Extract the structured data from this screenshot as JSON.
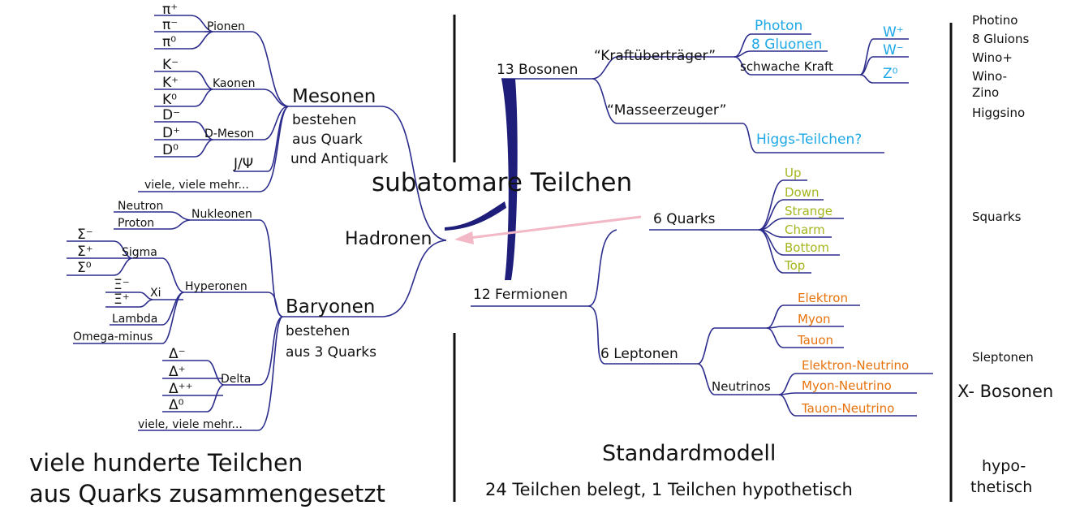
{
  "colors": {
    "line": "#2b2b8c",
    "accent": "#1e1e7a",
    "arrow": "#f2b8c6",
    "photon": "#1ea8e6",
    "quark": "#a4b51e",
    "lepton": "#e8720c"
  },
  "left": {
    "pions": [
      "π⁺",
      "π⁻",
      "π⁰"
    ],
    "pions_label": "Pionen",
    "kaons": [
      "K⁻",
      "K⁺",
      "K⁰"
    ],
    "kaons_label": "Kaonen",
    "dmesons": [
      "D⁻",
      "D⁺",
      "D⁰"
    ],
    "dmesons_label": "D-Meson",
    "jpsi": "J/Ψ",
    "meson_more": "viele, viele mehr...",
    "mesonen": "Mesonen",
    "meson_desc1": "bestehen",
    "meson_desc2": "aus Quark",
    "meson_desc3": "und Antiquark",
    "nucleons": [
      "Neutron",
      "Proton"
    ],
    "nucleons_label": "Nukleonen",
    "sigma": [
      "Σ⁻",
      "Σ⁺",
      "Σ⁰"
    ],
    "sigma_label": "Sigma",
    "xi": [
      "Ξ⁻",
      "Ξ⁺"
    ],
    "xi_label": "Xi",
    "lambda": "Lambda",
    "omega": "Omega-minus",
    "hyperons_label": "Hyperonen",
    "delta": [
      "Δ⁻",
      "Δ⁺",
      "Δ⁺⁺",
      "Δ⁰"
    ],
    "delta_label": "Delta",
    "baryon_more": "viele, viele mehr...",
    "baryonen": "Baryonen",
    "baryon_desc1": "bestehen",
    "baryon_desc2": "aus 3 Quarks",
    "hadronen": "Hadronen",
    "footer1": "viele hunderte Teilchen",
    "footer2": "aus Quarks zusammengesetzt"
  },
  "center": {
    "title": "subatomare Teilchen"
  },
  "right": {
    "bosonen": "13 Bosonen",
    "kraft": "“Kraftüberträger”",
    "photon": "Photon",
    "gluonen": "8 Gluonen",
    "schwach": "schwache Kraft",
    "w_plus": "W⁺",
    "w_minus": "W⁻",
    "z0": "Z⁰",
    "masse": "“Masseerzeuger”",
    "higgs": "Higgs-Teilchen?",
    "quarks_label": "6 Quarks",
    "quarks": [
      "Up",
      "Down",
      "Strange",
      "Charm",
      "Bottom",
      "Top"
    ],
    "fermionen": "12 Fermionen",
    "leptonen": "6 Leptonen",
    "leptons": [
      "Elektron",
      "Myon",
      "Tauon"
    ],
    "neutrinos_label": "Neutrinos",
    "neutrinos": [
      "Elektron-Neutrino",
      "Myon-Neutrino",
      "Tauon-Neutrino"
    ],
    "footer1": "Standardmodell",
    "footer2": "24 Teilchen belegt, 1 Teilchen hypothetisch"
  },
  "hypo": {
    "items": [
      "Photino",
      "8 Gluions",
      "Wino+",
      "Wino-",
      "Zino",
      "Higgsino"
    ],
    "squarks": "Squarks",
    "sleptonen": "Sleptonen",
    "xbosonen": "X- Bosonen",
    "footer1": "hypo-",
    "footer2": "thetisch"
  }
}
